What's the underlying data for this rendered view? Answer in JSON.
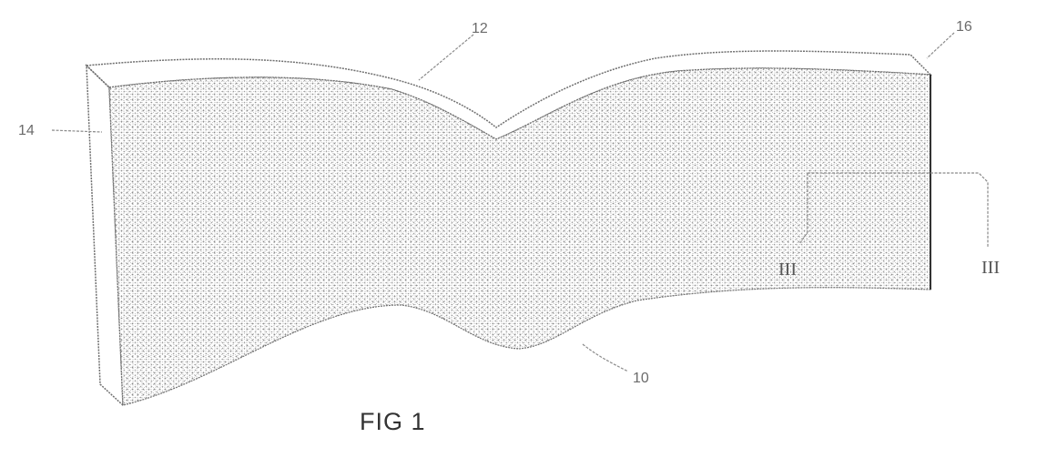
{
  "figure": {
    "caption": "FIG 1",
    "reference_numerals": {
      "body": "10",
      "top_edge": "12",
      "left_end": "14",
      "right_end": "16"
    },
    "section_marks": {
      "left": "III",
      "right": "III"
    }
  }
}
